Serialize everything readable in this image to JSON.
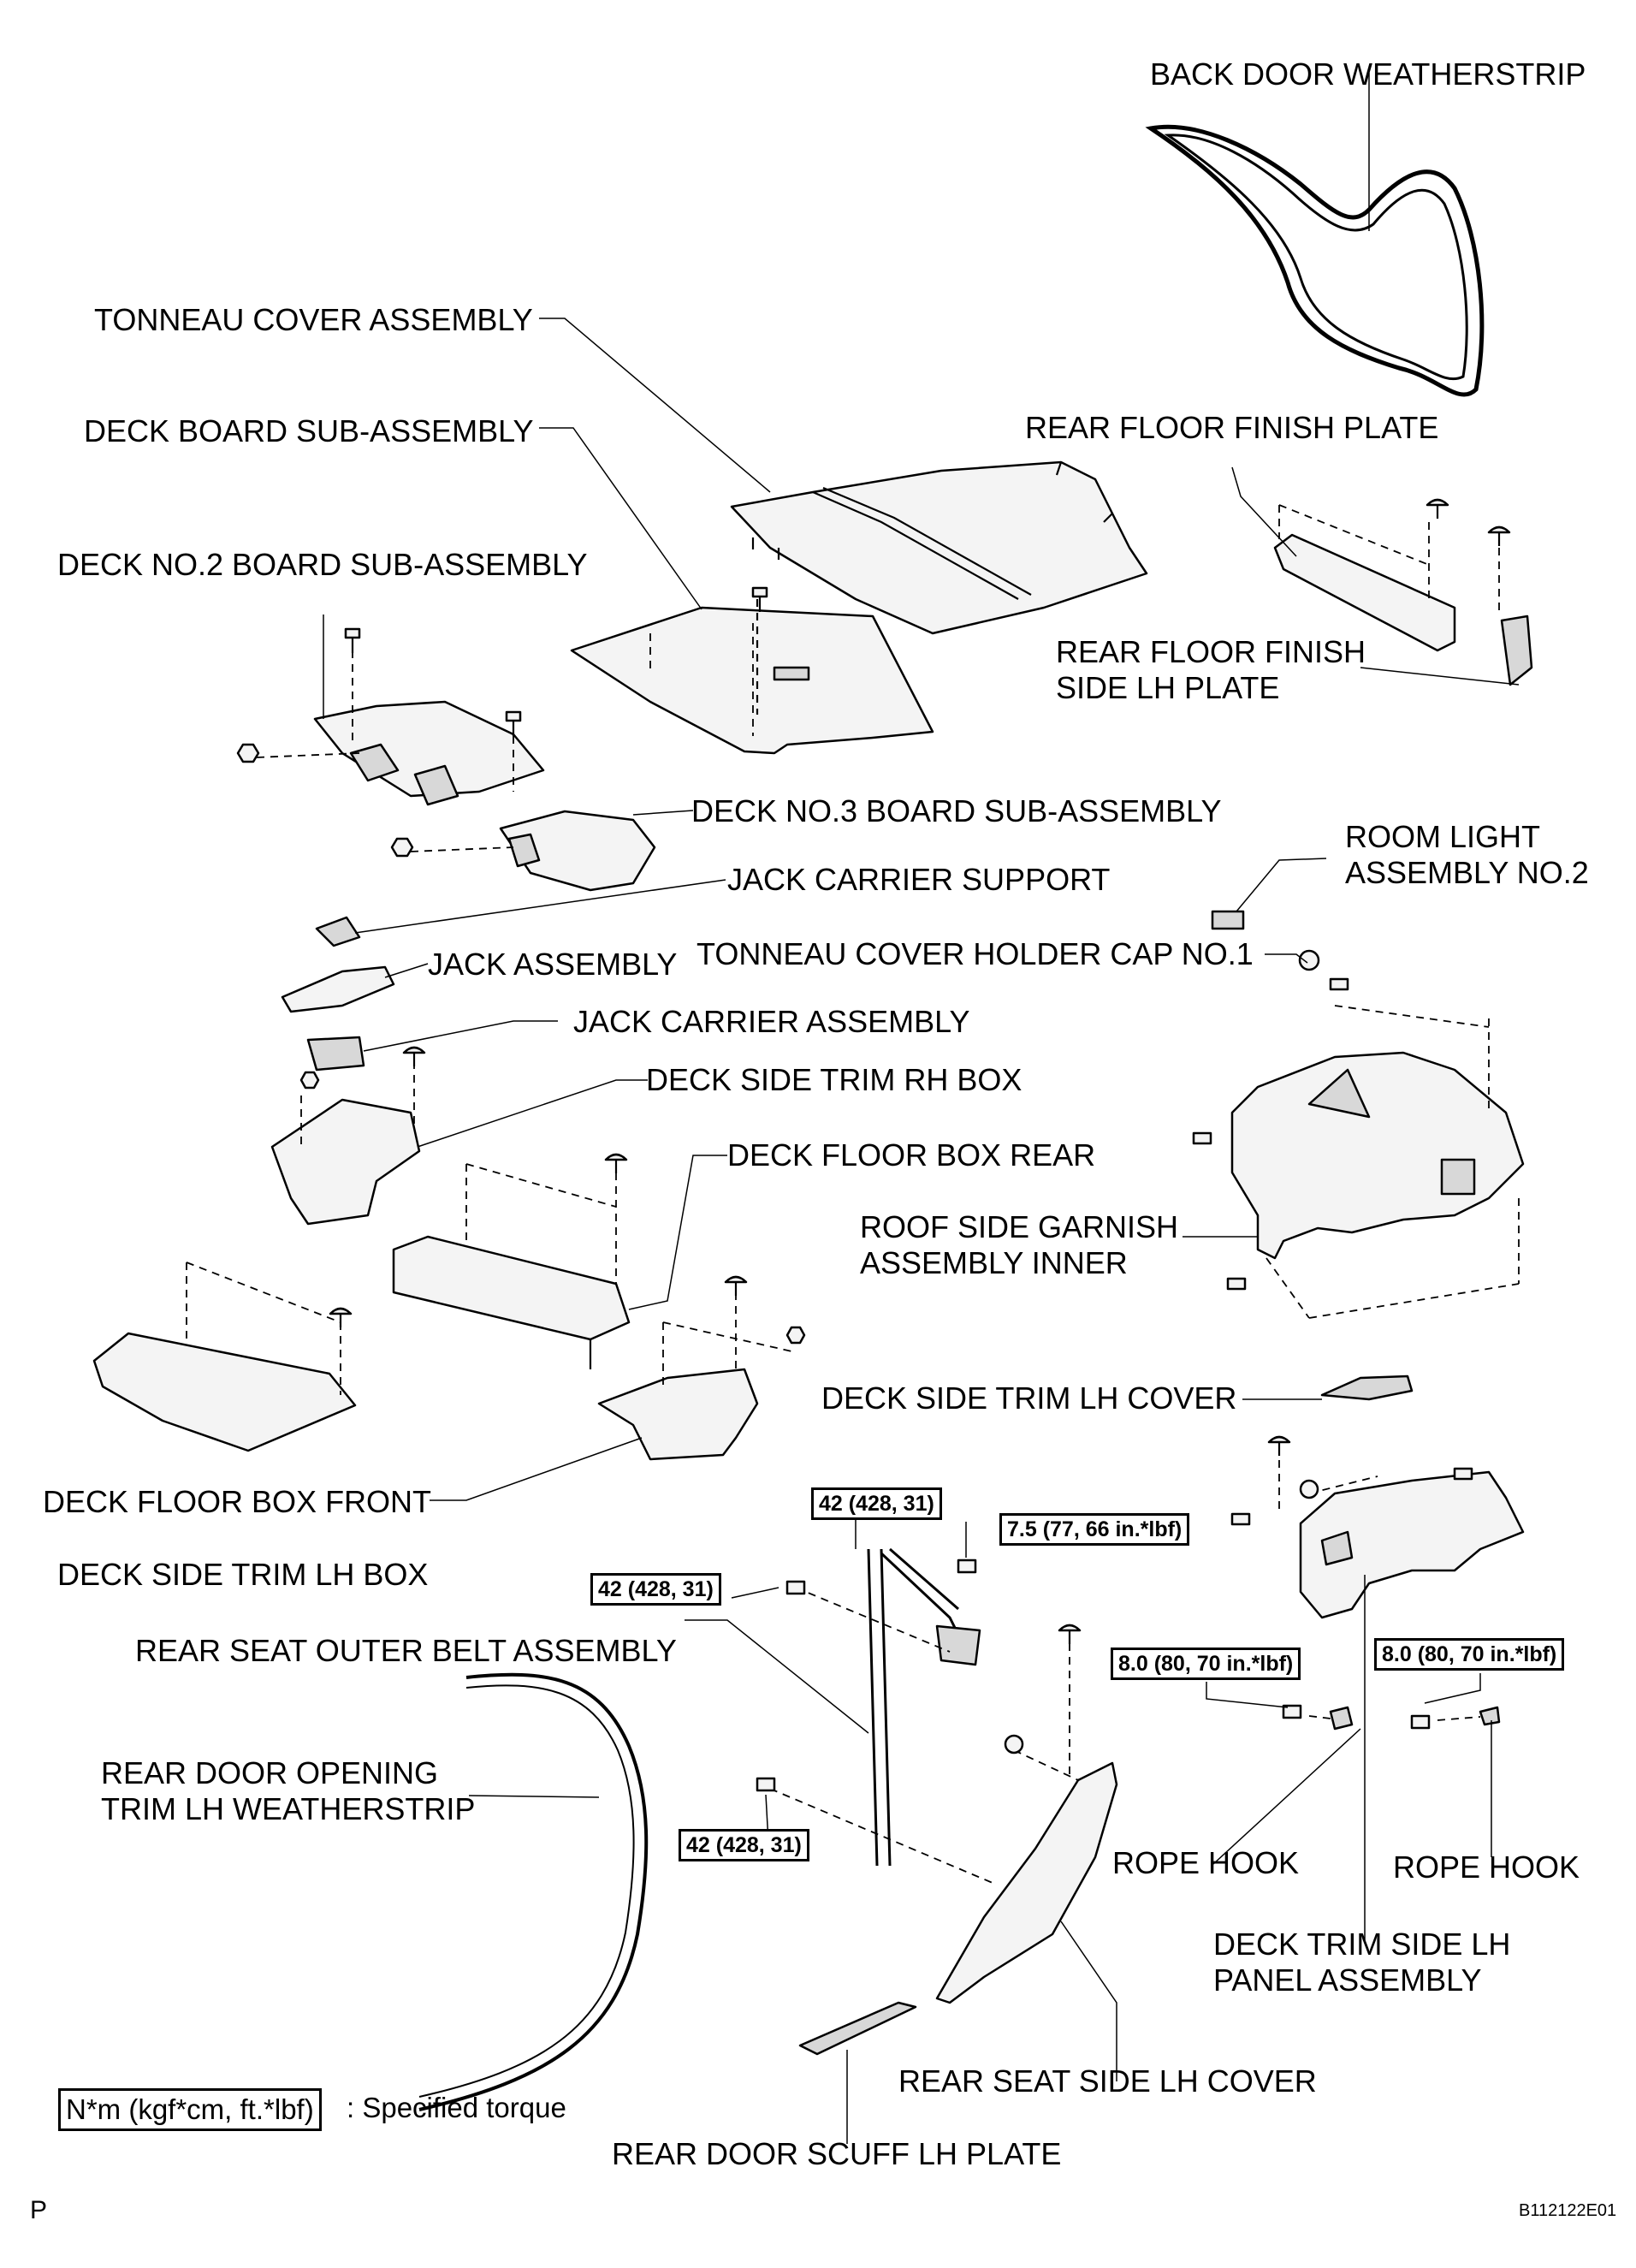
{
  "labels": {
    "back_door_weatherstrip": "BACK DOOR WEATHERSTRIP",
    "tonneau_cover_assembly": "TONNEAU COVER ASSEMBLY",
    "deck_board_sub_assembly": "DECK BOARD SUB-ASSEMBLY",
    "rear_floor_finish_plate": "REAR FLOOR FINISH PLATE",
    "deck_no2_board_sub_assembly": "DECK NO.2 BOARD SUB-ASSEMBLY",
    "rear_floor_finish_side_lh_plate_1": "REAR FLOOR FINISH",
    "rear_floor_finish_side_lh_plate_2": "SIDE LH PLATE",
    "deck_no3_board_sub_assembly": "DECK NO.3 BOARD SUB-ASSEMBLY",
    "room_light_assembly_no2_1": "ROOM LIGHT",
    "room_light_assembly_no2_2": "ASSEMBLY NO.2",
    "jack_carrier_support": "JACK CARRIER SUPPORT",
    "jack_assembly": "JACK ASSEMBLY",
    "tonneau_cover_holder_cap_no1": "TONNEAU COVER HOLDER CAP NO.1",
    "jack_carrier_assembly": "JACK CARRIER ASSEMBLY",
    "deck_side_trim_rh_box": "DECK SIDE TRIM RH BOX",
    "deck_floor_box_rear": "DECK FLOOR BOX REAR",
    "roof_side_garnish_assembly_inner_1": "ROOF SIDE GARNISH",
    "roof_side_garnish_assembly_inner_2": "ASSEMBLY INNER",
    "deck_side_trim_lh_cover": "DECK SIDE TRIM LH COVER",
    "deck_floor_box_front": "DECK FLOOR BOX FRONT",
    "deck_side_trim_lh_box": "DECK SIDE TRIM LH BOX",
    "rear_seat_outer_belt_assembly": "REAR SEAT OUTER BELT ASSEMBLY",
    "rear_door_opening_trim_1": "REAR DOOR OPENING",
    "rear_door_opening_trim_2": "TRIM LH WEATHERSTRIP",
    "rope_hook_1": "ROPE HOOK",
    "rope_hook_2": "ROPE HOOK",
    "deck_trim_side_lh_panel_1": "DECK TRIM SIDE LH",
    "deck_trim_side_lh_panel_2": "PANEL ASSEMBLY",
    "rear_seat_side_lh_cover": "REAR SEAT SIDE LH COVER",
    "rear_door_scuff_lh_plate": "REAR DOOR SCUFF LH PLATE"
  },
  "torques": {
    "belt_upper": "42 (428, 31)",
    "belt_mid": "42 (428, 31)",
    "belt_lower": "42 (428, 31)",
    "belt_small_bolt": "7.5 (77, 66 in.*lbf)",
    "rope_hook_left": "8.0 (80, 70 in.*lbf)",
    "rope_hook_right": "8.0 (80, 70 in.*lbf)"
  },
  "legend": {
    "box_text": "N*m (kgf*cm, ft.*lbf)",
    "description": ": Specified torque"
  },
  "footer": {
    "page_letter": "P",
    "figure_id": "B112122E01"
  }
}
